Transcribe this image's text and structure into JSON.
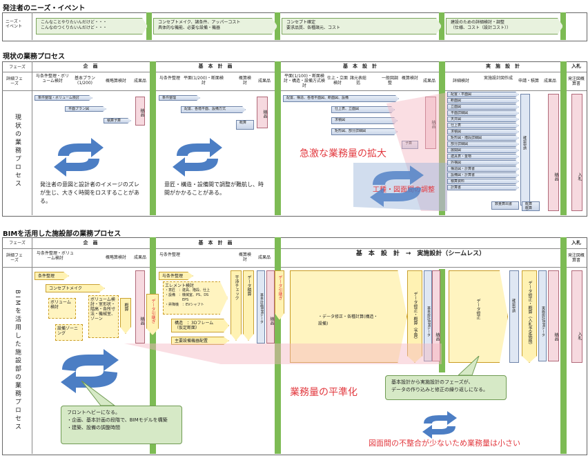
{
  "owner_needs": {
    "title": "発注者のニーズ・イベント",
    "label_line1": "ニーズ・",
    "label_line2": "イベント",
    "stages": [
      {
        "line1": "こんなことやりたいんだけど・・・",
        "line2": "こんなのつくりたいんだけど・・・"
      },
      {
        "line1": "コンセプトメイク、諸条件、アッパーコスト",
        "line2": "具体的な機能、必要な設備・機器"
      },
      {
        "line1": "コンセプト確定",
        "line2": "要求品質、各種諸元、コスト"
      },
      {
        "line1": "建設のための詳細検討・調整",
        "line2": "（仕様、コスト（設計コスト））"
      }
    ]
  },
  "current": {
    "title": "現状の業務プロセス",
    "phase_label": "フェーズ",
    "detail_label": "詳細フェーズ",
    "side_label": "現状の業務プロセス",
    "phases": [
      "企　画",
      "基　本　計　画",
      "基　本　設　計",
      "実　施　設　計",
      "入札"
    ],
    "sub": [
      "与条件整理・ボリューム検討",
      "基本プラン(1/200)",
      "概略算検討",
      "成果品",
      "与条件整理",
      "平面(1/200)・断面検討",
      "概算検討",
      "成果品",
      "平面(1/100)・断面検討・構造・設備方式検討",
      "仕上・立面検討",
      "諸元表総括",
      "一般図調整",
      "概算検討",
      "成果品",
      "詳細検討",
      "実施設計図作成",
      "申請・積算",
      "成果品",
      "発注図概算書"
    ],
    "arrows_kikaku": [
      "条件整理・ボリューム検討",
      "平面プラン図",
      "積算予算"
    ],
    "arrows_kihon": [
      "条件整理",
      "配置、各階平面、設備方式"
    ],
    "box_keisan": "概算",
    "nouhin": "納品",
    "arrows_kihonsekkei": [
      "配置、構造、各階平面図、断面図、設備",
      "仕上表、立面図",
      "求積図",
      "矩形図、部分詳細図"
    ],
    "box_yosan": "予算",
    "jisshi_items": [
      "配置・平面図",
      "断面図",
      "立面図",
      "平面詳細図",
      "天井図",
      "仕上表",
      "求積図",
      "矩形図・階段詳細図",
      "部分詳細図",
      "展開図",
      "建具表・金物",
      "外構図",
      "構造図・計算書",
      "設備図・計算書",
      "積算資料",
      "計算書"
    ],
    "kakunin": "確認申請",
    "gaisan_deshi": "数量算出書",
    "gaisan_box": "概算概算書",
    "nyusatsu": "入札",
    "note_left": "発注者の意図と設計者のイメージのズレが生じ、大きく時間をロスすることがある。",
    "note_mid": "意匠・構造・設備間で調整が難航し、時間がかかることがある。",
    "red_big": "急激な業務量の拡大",
    "red_mid": "工種・図面間の調整"
  },
  "bim": {
    "title": "BIMを活用した施設部の業務プロセス",
    "phase_label": "フェーズ",
    "detail_label": "詳細フェーズ",
    "side_label": "BIMを活用した施設部の業務プロセス",
    "phases": [
      "企　画",
      "基　本　計　画",
      "基　本　設　計　→　実施設計（シームレス）",
      "入札"
    ],
    "sub": [
      "与条件整理・ボリューム検討",
      "概略算検討",
      "成果品",
      "与条件整理",
      "概算検討",
      "成果品",
      "発注図概算書"
    ],
    "kikaku": {
      "jouken": "条件整理",
      "concept": "コンセプトメイク",
      "volume": "ボリューム検討",
      "volume2": "ボリューム検討・室形状・階高・各所寸法・機械室、ゾーン",
      "setsubi": "設備ゾーニング",
      "gaisan": "概算",
      "nouhin": "納品",
      "data": "データ引継ぎ"
    },
    "kihon": {
      "jouken": "与条件整理",
      "element": "エレメント検討",
      "element_lines": [
        "・意匠　：建具、階段、仕上",
        "・設備　：機械室、PS、DS",
        "　　　　　EPS",
        "・昇降機　：EVシャフト"
      ],
      "kouzou": "構造　：3Dフレーム（仮定断面）",
      "shuyou": "主要設備機器配置",
      "check": "干渉チェック",
      "data_sokusan": "データ積算",
      "bim_data": "基本計画BIMデータ",
      "nouhin": "納品",
      "data": "データ引継ぎ"
    },
    "seamless": {
      "main": "・データ修正・各種計算(構造・設備)",
      "dmod1": "データ修正・概算（予算）",
      "bim1": "基本設計BIMデータ",
      "nouhin1": "納品",
      "data_lab": "データ修正",
      "kakunin": "確認申請",
      "dmod2": "データ修正・概算（入札予定価格）",
      "bim2": "実施設計BIMデータ",
      "nouhin2": "納品"
    },
    "nyusatsu": "入札",
    "callout_left": {
      "line1": "フロントヘビーになる。",
      "line2": "・企画、基本計画の段階で、BIMモデルを構築",
      "line3": "・建築、設備の調整時間"
    },
    "callout_right": {
      "line1": "基本設計から実施設計のフェーズが、",
      "line2": "データの作り込みと修正の繰り返しになる。"
    },
    "red_mid": "業務量の平準化",
    "red_bottom": "図面間の不整合が少ないため業務量は小さい"
  },
  "colors": {
    "green": "#7dbb54",
    "blue": "#4c7ec4",
    "red": "#e2393f",
    "pink": "#f6d9df",
    "yellow": "#fff2b3"
  }
}
